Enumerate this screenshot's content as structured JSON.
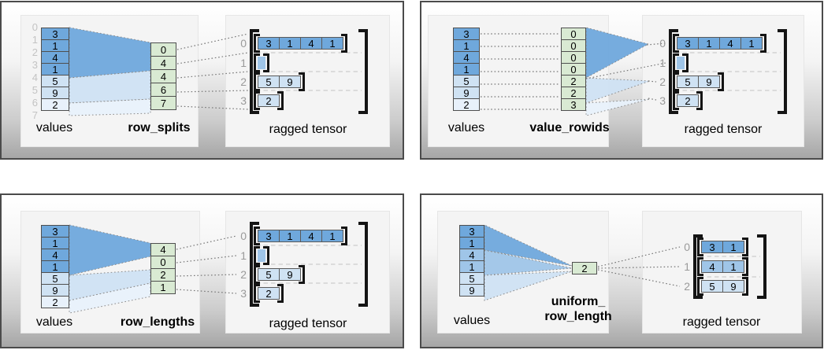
{
  "colors": {
    "blue_dark": "#6fa8dc",
    "blue_medium": "#9fc5e8",
    "blue_light": "#cfe2f3",
    "blue_faint": "#e8f1fb",
    "green": "#d9ead3"
  },
  "panels": [
    {
      "values_label": "values",
      "param_label": "row_splits",
      "param_label2": "",
      "tensor_label": "ragged tensor",
      "values": [
        {
          "v": "3",
          "s": "d"
        },
        {
          "v": "1",
          "s": "d"
        },
        {
          "v": "4",
          "s": "d"
        },
        {
          "v": "1",
          "s": "d"
        },
        {
          "v": "5",
          "s": "l"
        },
        {
          "v": "9",
          "s": "l"
        },
        {
          "v": "2",
          "s": "xl"
        }
      ],
      "value_indices": [
        "0",
        "1",
        "2",
        "3",
        "4",
        "5",
        "6",
        "7"
      ],
      "param_cells": [
        "0",
        "4",
        "4",
        "6",
        "7"
      ],
      "tensor_rows": [
        {
          "index": "0",
          "cells": [
            "3",
            "1",
            "4",
            "1"
          ],
          "s": "d"
        },
        {
          "index": "1",
          "cells": [],
          "s": "m"
        },
        {
          "index": "2",
          "cells": [
            "5",
            "9"
          ],
          "s": "l"
        },
        {
          "index": "3",
          "cells": [
            "2"
          ],
          "s": "l"
        }
      ]
    },
    {
      "values_label": "values",
      "param_label": "value_rowids",
      "param_label2": "",
      "tensor_label": "ragged tensor",
      "values": [
        {
          "v": "3",
          "s": "d"
        },
        {
          "v": "1",
          "s": "d"
        },
        {
          "v": "4",
          "s": "d"
        },
        {
          "v": "1",
          "s": "d"
        },
        {
          "v": "5",
          "s": "l"
        },
        {
          "v": "9",
          "s": "l"
        },
        {
          "v": "2",
          "s": "xl"
        }
      ],
      "value_indices": [],
      "param_cells": [
        "0",
        "0",
        "0",
        "0",
        "2",
        "2",
        "3"
      ],
      "tensor_rows": [
        {
          "index": "0",
          "cells": [
            "3",
            "1",
            "4",
            "1"
          ],
          "s": "d"
        },
        {
          "index": "1",
          "cells": [],
          "s": "m"
        },
        {
          "index": "2",
          "cells": [
            "5",
            "9"
          ],
          "s": "l"
        },
        {
          "index": "3",
          "cells": [
            "2"
          ],
          "s": "l"
        }
      ]
    },
    {
      "values_label": "values",
      "param_label": "row_lengths",
      "param_label2": "",
      "tensor_label": "ragged tensor",
      "values": [
        {
          "v": "3",
          "s": "d"
        },
        {
          "v": "1",
          "s": "d"
        },
        {
          "v": "4",
          "s": "d"
        },
        {
          "v": "1",
          "s": "d"
        },
        {
          "v": "5",
          "s": "l"
        },
        {
          "v": "9",
          "s": "l"
        },
        {
          "v": "2",
          "s": "xl"
        }
      ],
      "value_indices": [],
      "param_cells": [
        "4",
        "0",
        "2",
        "1"
      ],
      "tensor_rows": [
        {
          "index": "0",
          "cells": [
            "3",
            "1",
            "4",
            "1"
          ],
          "s": "d"
        },
        {
          "index": "1",
          "cells": [],
          "s": "m"
        },
        {
          "index": "2",
          "cells": [
            "5",
            "9"
          ],
          "s": "l"
        },
        {
          "index": "3",
          "cells": [
            "2"
          ],
          "s": "l"
        }
      ]
    },
    {
      "values_label": "values",
      "param_label": "uniform_",
      "param_label2": "row_length",
      "tensor_label": "ragged tensor",
      "values": [
        {
          "v": "3",
          "s": "d"
        },
        {
          "v": "1",
          "s": "d"
        },
        {
          "v": "4",
          "s": "m"
        },
        {
          "v": "1",
          "s": "m"
        },
        {
          "v": "5",
          "s": "l"
        },
        {
          "v": "9",
          "s": "l"
        }
      ],
      "value_indices": [],
      "param_cells": [
        "2"
      ],
      "tensor_rows": [
        {
          "index": "0",
          "cells": [
            "3",
            "1"
          ],
          "s": "d"
        },
        {
          "index": "1",
          "cells": [
            "4",
            "1"
          ],
          "s": "m"
        },
        {
          "index": "2",
          "cells": [
            "5",
            "9"
          ],
          "s": "l"
        }
      ]
    }
  ]
}
